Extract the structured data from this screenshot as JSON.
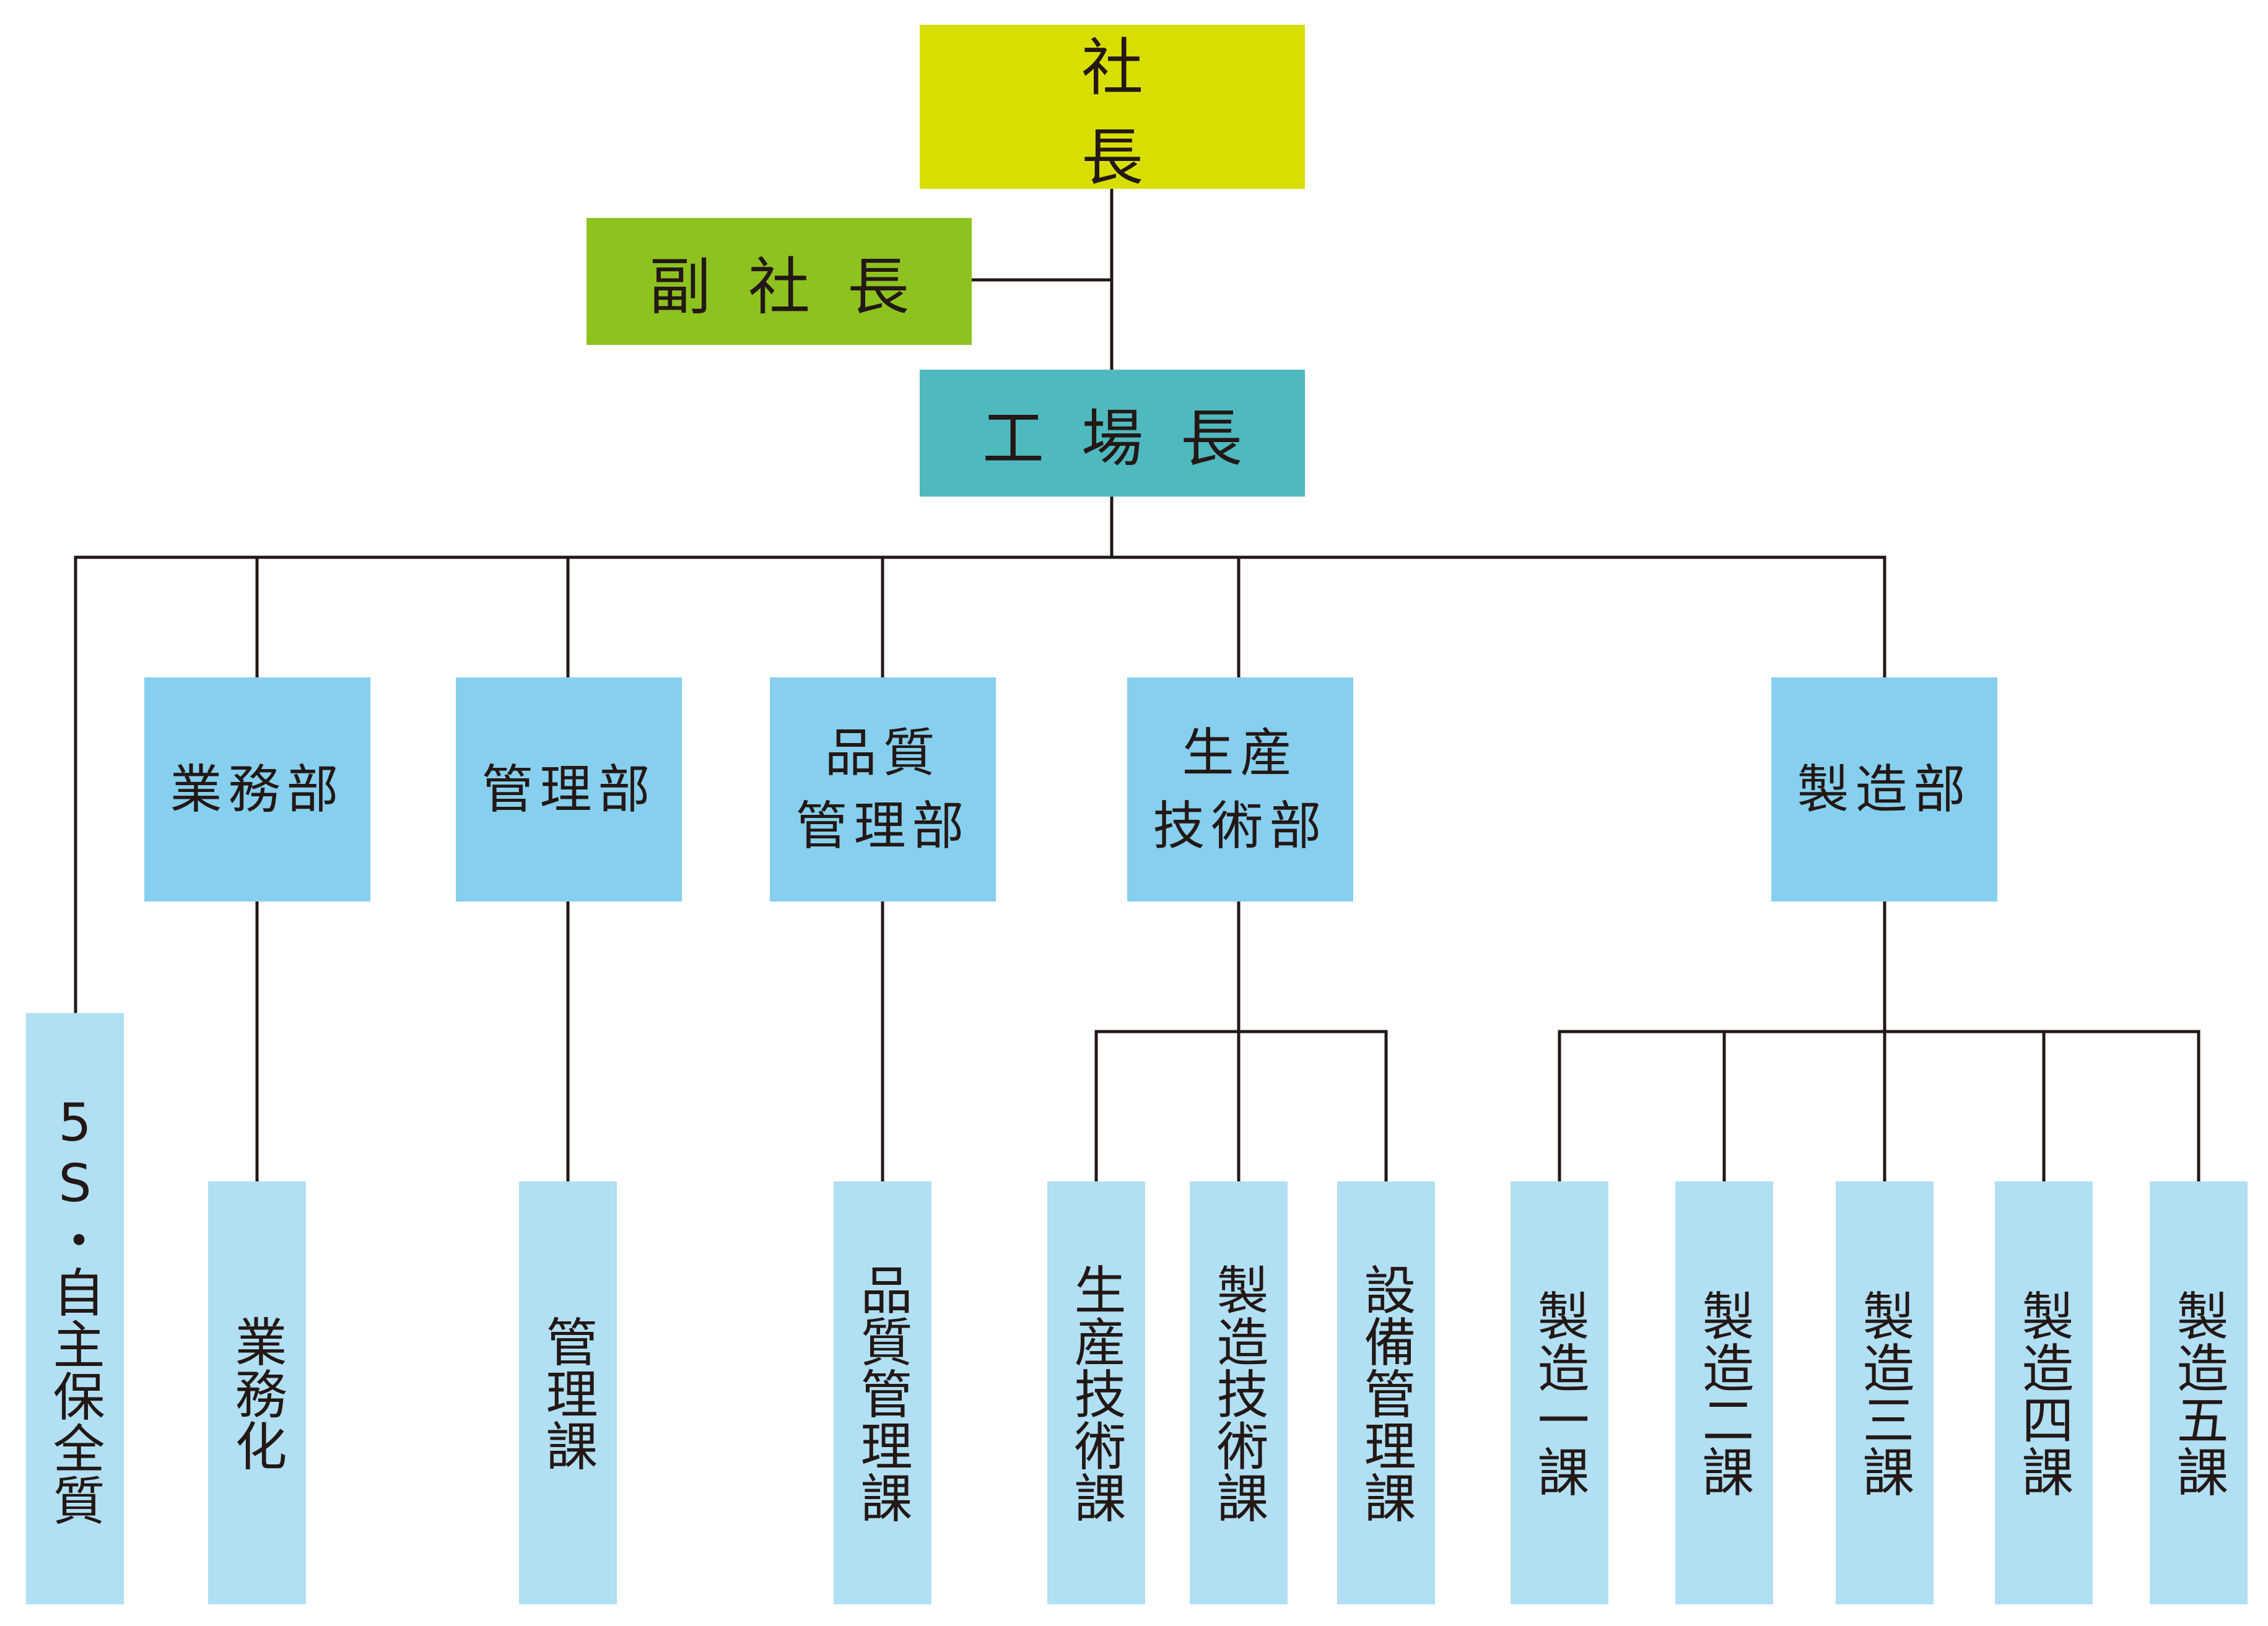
{
  "colors": {
    "ceo": "#d8df00",
    "vice_president": "#8ec21f",
    "factory_manager": "#4eb9bf",
    "department": "#86cfee",
    "section": "#b1dff4",
    "line": "#231815"
  },
  "top": {
    "ceo": "社　長",
    "vice_president": "副社長",
    "factory_manager": "工場長"
  },
  "departments": {
    "gyomu": "業務部",
    "kanri": "管理部",
    "hinshitsu": "品質\n管理部",
    "seisan": "生産\n技術部",
    "seizo": "製造部"
  },
  "sections": {
    "five_s": "5S・自主保全質",
    "gyomuka": "業務化",
    "kanrika": "管理課",
    "hinshitsu_kanrika": "品質管理課",
    "seisan_gijutsuka": "生産技術課",
    "seizo_gijutsuka": "製造技術課",
    "setsubi_kanrika": "設備管理課",
    "seizo1": "製造一課",
    "seizo2": "製造二課",
    "seizo3": "製造三課",
    "seizo4": "製造四課",
    "seizo5": "製造五課"
  }
}
